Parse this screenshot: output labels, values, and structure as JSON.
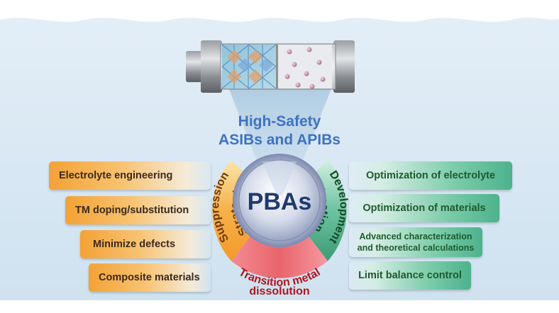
{
  "device_title": {
    "line1": "High-Safety",
    "line2": "ASIBs and APIBs"
  },
  "center_label": "PBAs",
  "arcs": {
    "left": {
      "line1": "Suppression",
      "line2": "Strategies"
    },
    "bottom": {
      "line1": "Transition metal",
      "line2": "dissolution"
    },
    "right": {
      "line1": "Development",
      "line2": "direction"
    }
  },
  "left_items": [
    "Electrolyte engineering",
    "TM doping/substitution",
    "Minimize defects",
    "Composite materials"
  ],
  "right_items": {
    "item1": "Optimization of electrolyte",
    "item2": "Optimization of materials",
    "item3_line1": "Advanced characterization",
    "item3_line2": "and theoretical calculations",
    "item4": "Limit balance control"
  },
  "colors": {
    "water": "#d5e6f2",
    "title_blue": "#3f72c0",
    "center_text": "#1f3a6e",
    "orange_arc": "#f5a83a",
    "red_arc": "#e7505a",
    "green_arc": "#3f9a76",
    "left_text": "#3b2a1c",
    "right_text": "#1e5a2c"
  }
}
